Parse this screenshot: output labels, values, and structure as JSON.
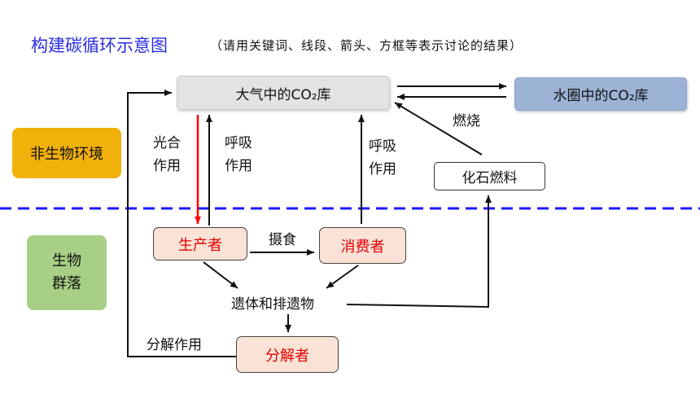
{
  "title": "构建碳循环示意图",
  "subtitle": "（请用关键词、线段、箭头、方框等表示讨论的结果）",
  "boxes": {
    "atmosphere": "大气中的CO₂库",
    "hydrosphere": "水圈中的CO₂库",
    "fossil_fuel": "化石燃料",
    "producer": "生产者",
    "consumer": "消费者",
    "decomposer": "分解者",
    "remains": "遗体和排遗物"
  },
  "side_labels": {
    "abiotic": "非生物环境",
    "biotic_line1": "生物",
    "biotic_line2": "群落"
  },
  "arrow_labels": {
    "photosynthesis_1": "光合",
    "photosynthesis_2": "作用",
    "respiration_a_1": "呼吸",
    "respiration_a_2": "作用",
    "respiration_b_1": "呼吸",
    "respiration_b_2": "作用",
    "ingestion": "摄食",
    "combustion": "燃烧",
    "decomposition": "分解作用"
  },
  "colors": {
    "title": "#2a2de0",
    "divider": "#1a1aff",
    "photosynthesis_arrow": "#ff0000",
    "producer_text": "#e00000"
  }
}
